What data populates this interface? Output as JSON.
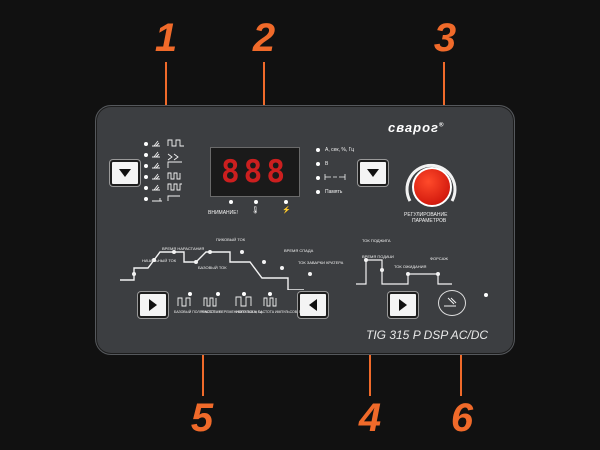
{
  "callouts": [
    "1",
    "2",
    "3",
    "4",
    "5",
    "6"
  ],
  "brand": {
    "logo": "сварог",
    "registered": "®"
  },
  "model": "TIG 315 P DSP AC/DC",
  "display": {
    "value": "888",
    "labels": [
      "ВНИМАНИЕ!",
      "🌡",
      "⚡"
    ]
  },
  "right_indicators": [
    "А, сек, %, Гц",
    "В",
    "",
    "Память"
  ],
  "knob_label": [
    "РЕГУЛИРОВАНИЕ",
    "ПАРАМЕТРОВ"
  ],
  "cycle_labels": [
    "ВРЕМЯ НАРАСТАНИЯ",
    "НАЧАЛЬНЫЙ ТОК",
    "БАЗОВЫЙ ТОК",
    "ПИКОВЫЙ ТОК",
    "ВРЕМЯ СПАДА",
    "ТОК ЗАВАРКИ КРАТЕРА"
  ],
  "pulse_labels": [
    "БАЗОВЫЙ ПОЛЯРНОСТЬ %",
    "ЧАСТОТА ПЕРЕМЕННОГО ТОКА, Гц",
    "ИМПУЛЬС %",
    "ЧАСТОТА ИМПУЛЬСОВ, Гц"
  ],
  "gas_labels": [
    "ТОК ПОДЖИГА",
    "ВРЕМЯ ПОДАЧИ",
    "ТОК ОЖИДАНИЯ",
    "ФОРСАЖ"
  ],
  "colors": {
    "accent": "#f06a2a",
    "panel": "#3c3e41",
    "knob": "#d51c0f",
    "digits": "#cc1f1f"
  }
}
